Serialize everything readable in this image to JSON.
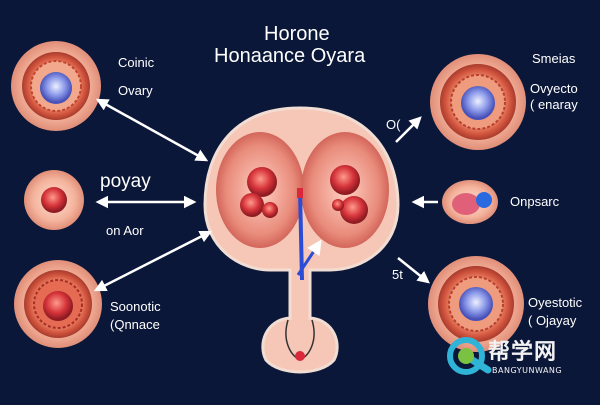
{
  "title": {
    "line1": "Horone",
    "line2": "Honaance Oyara"
  },
  "labels": {
    "top_left": "Coinic",
    "top_left_sub": "Ovary",
    "mid_left": "poyay",
    "mid_left_sub": "on Aor",
    "bottom_left_1": "Soonotic",
    "bottom_left_2": "(Qnnace",
    "top_right": "Smeias",
    "top_right_sub1": "Ovyecto",
    "top_right_sub2": "( enaray",
    "arrow_tr": "O(",
    "mid_right": "Onpsarc",
    "arrow_br": "5t",
    "bottom_right_1": "Oyestotic",
    "bottom_right_2": "( Ojayay"
  },
  "watermark": {
    "cn": "帮学网",
    "en": "BANGYUNWANG"
  },
  "colors": {
    "background": "#0b1738",
    "tissue_outer": "#f4b8a4",
    "tissue_mid": "#d45a45",
    "follicle_core": "#7f8fe0",
    "arrow": "#ffffff",
    "vessel": "#2a4cd6"
  }
}
